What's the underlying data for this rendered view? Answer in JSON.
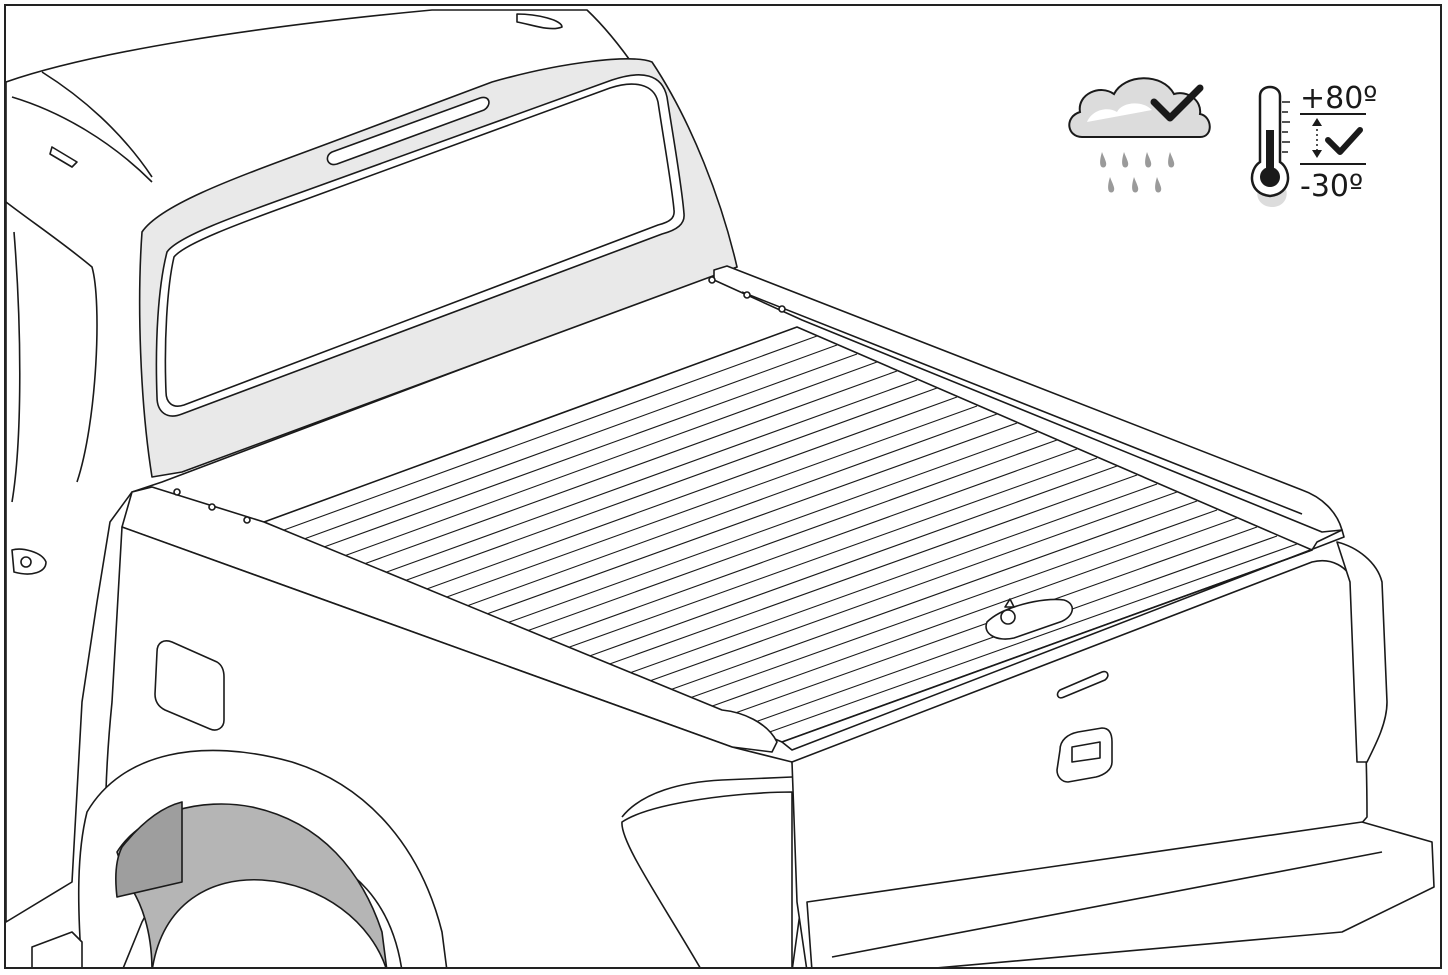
{
  "figure": {
    "subject": "pickup-truck-rear-with-roller-tonneau-cover",
    "icons": {
      "weather": "rain-cloud-check-icon",
      "temperature": "thermometer-icon"
    },
    "temperature_range": {
      "max_label": "+80º",
      "min_label": "-30º"
    },
    "colors": {
      "line": "#1a1a1a",
      "cab_panel": "#e9e9e9",
      "wheel_well": "#b5b5b5",
      "cloud": "#dcdcdc",
      "rain": "#9a9a9a"
    }
  }
}
